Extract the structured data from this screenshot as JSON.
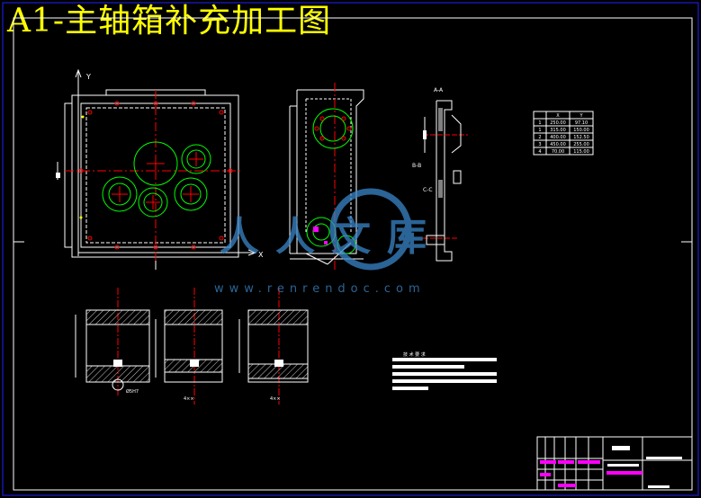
{
  "title": "A1-主轴箱补充加工图",
  "views": {
    "axis_y": "Y",
    "axis_x": "X",
    "section_aa": "A-A",
    "section_bb": "B-B",
    "section_cc": "C-C"
  },
  "coord_table": {
    "headers": [
      "",
      "X",
      "Y"
    ],
    "rows": [
      [
        "1",
        "250.00",
        "97.10"
      ],
      [
        "1",
        "315.00",
        "150.00"
      ],
      [
        "2",
        "400.00",
        "152.50"
      ],
      [
        "3",
        "450.00",
        "255.00"
      ],
      [
        "4",
        "70.00",
        "115.00"
      ]
    ]
  },
  "tech_requirements": {
    "heading": "技 术 要 求"
  },
  "dims": {
    "d1": "Ø5H7",
    "d2": "4××",
    "d3": "4××"
  },
  "watermark": {
    "text": "人人文库",
    "url": "www.renrendoc.com"
  },
  "colors": {
    "background": "#000000",
    "title": "#ffff00",
    "outline": "#ffffff",
    "centerline": "#ff0000",
    "bore": "#00ff00",
    "highlight": "#ff00ff",
    "watermark": "#3a86c8"
  }
}
